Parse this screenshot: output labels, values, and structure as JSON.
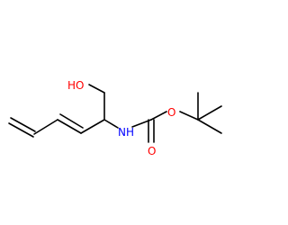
{
  "molecule": {
    "atoms": {
      "hydroxyl": {
        "label": "HO",
        "color": "#ff0000"
      },
      "amine": {
        "label": "NH",
        "color": "#0000ff"
      },
      "carbamate_ether_oxygen": {
        "label": "O",
        "color": "#ff0000"
      },
      "carbonyl_oxygen": {
        "label": "O",
        "color": "#ff0000"
      }
    }
  }
}
